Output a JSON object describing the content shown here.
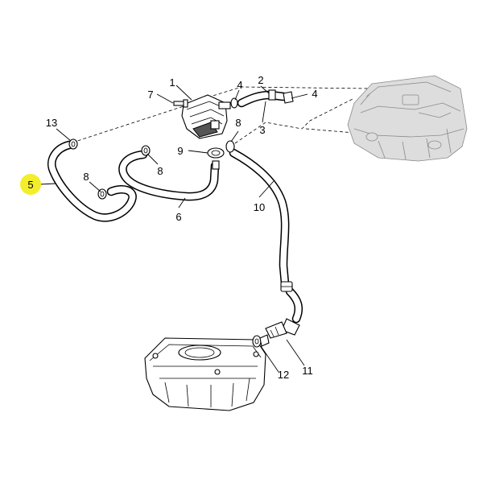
{
  "callouts": {
    "c1": "1",
    "c2": "2",
    "c3": "3",
    "c4a": "4",
    "c4b": "4",
    "c5": "5",
    "c6": "6",
    "c8a": "8",
    "c8b": "8",
    "c8c": "8",
    "c9": "9",
    "c10": "10",
    "c11": "11",
    "c12": "12",
    "c13": "13"
  },
  "colors": {
    "highlight": "#f3ee2a",
    "ink": "#000000",
    "ghost_part": "#8a8a8a"
  }
}
